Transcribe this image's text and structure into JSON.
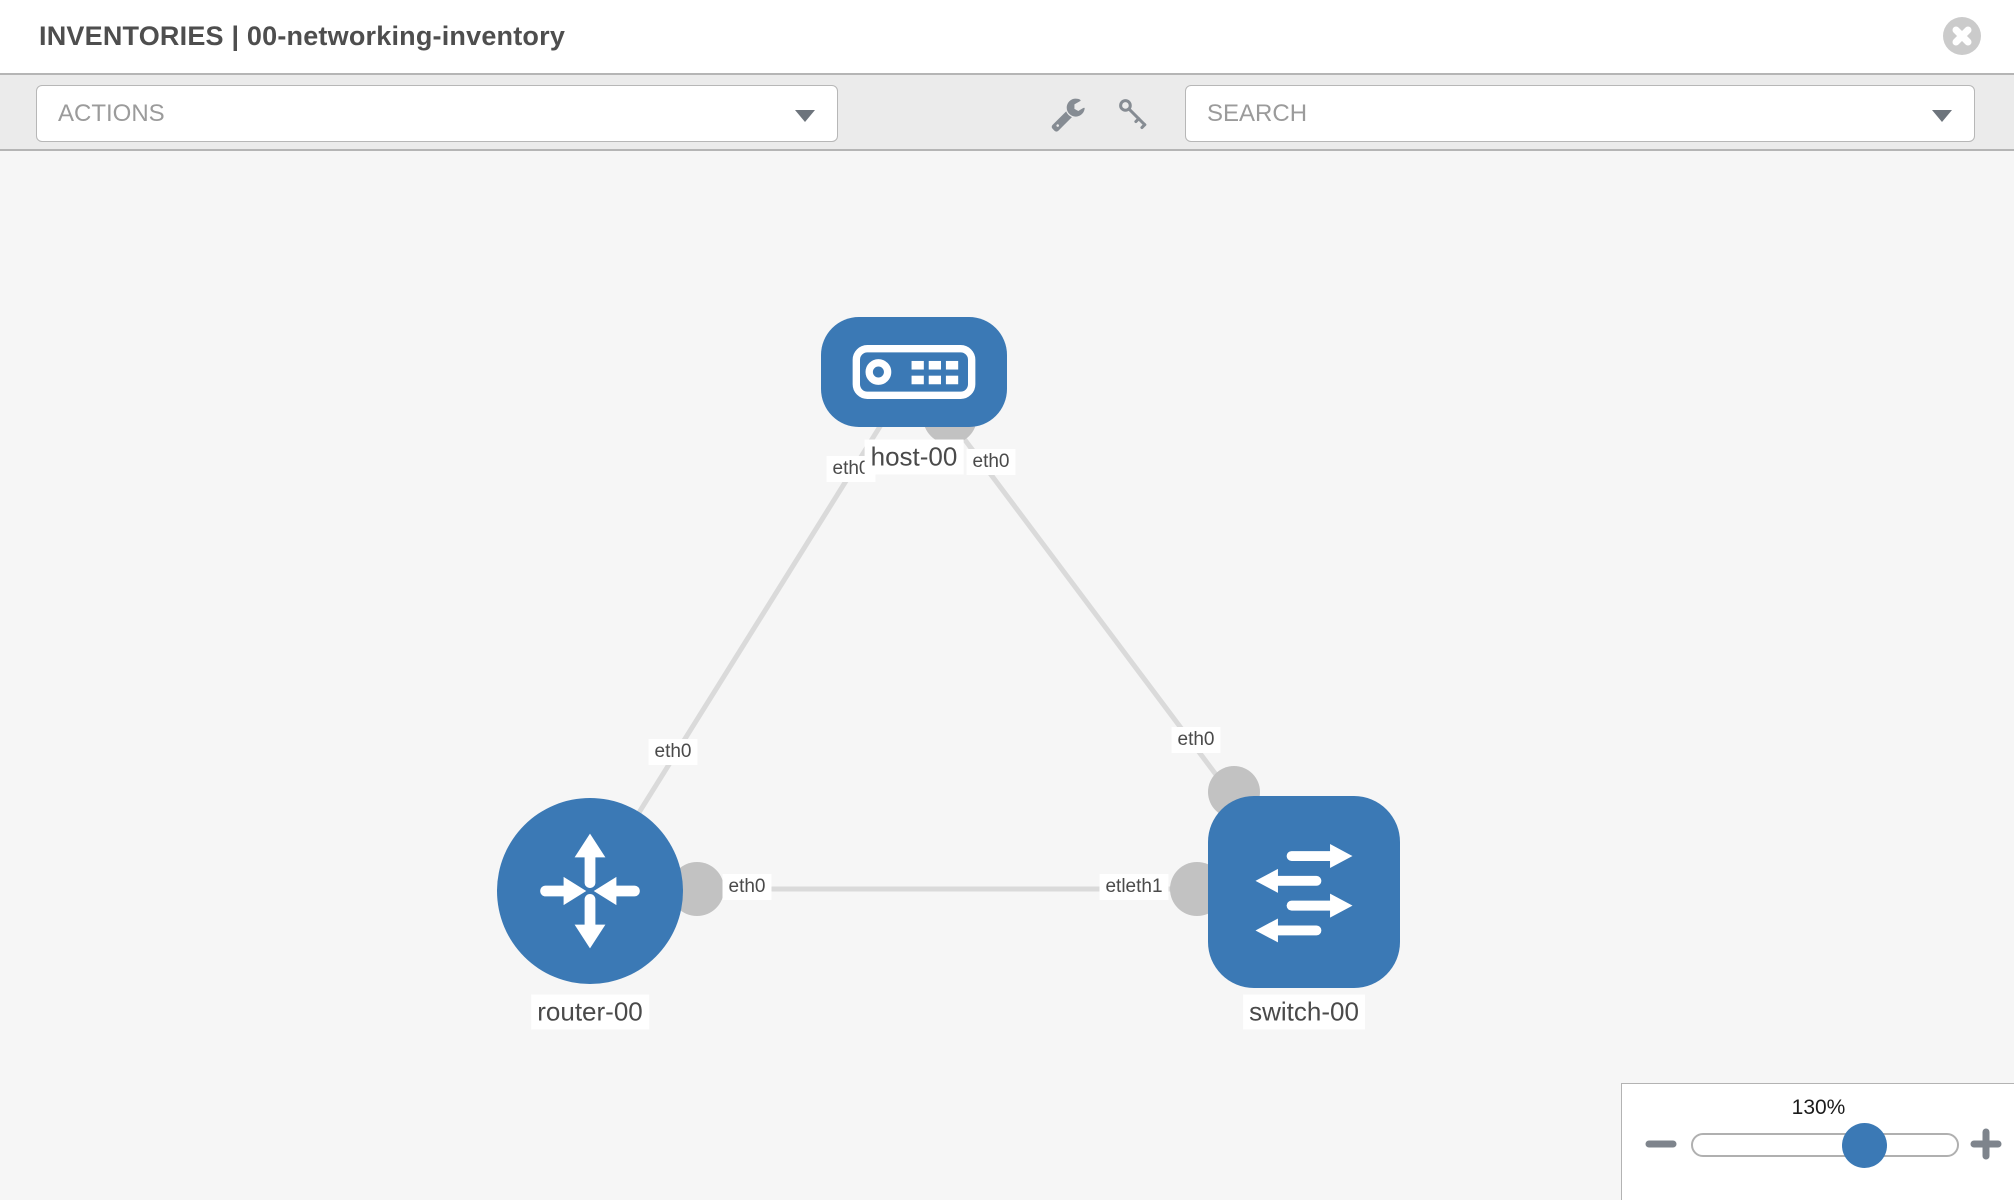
{
  "header": {
    "title": "INVENTORIES | 00-networking-inventory",
    "close_icon": "close-circle-icon"
  },
  "toolbar": {
    "actions_dropdown": {
      "value": "ACTIONS",
      "caret_icon": "chevron-down-icon"
    },
    "wrench_icon": "wrench-icon",
    "key_icon": "key-icon",
    "search_dropdown": {
      "value": "SEARCH",
      "caret_icon": "chevron-down-icon"
    }
  },
  "canvas": {
    "nodes": [
      {
        "id": "host-00",
        "label": "host-00",
        "type": "host",
        "icon": "host-icon"
      },
      {
        "id": "router-00",
        "label": "router-00",
        "type": "router",
        "icon": "router-icon"
      },
      {
        "id": "switch-00",
        "label": "switch-00",
        "type": "switch",
        "icon": "switch-icon"
      }
    ],
    "links": [
      {
        "from": "host-00",
        "to": "router-00"
      },
      {
        "from": "host-00",
        "to": "switch-00"
      },
      {
        "from": "router-00",
        "to": "switch-00"
      }
    ],
    "port_labels": [
      {
        "text": "eth0",
        "position": "host-left"
      },
      {
        "text": "eth0",
        "position": "host-right"
      },
      {
        "text": "eth0",
        "position": "router-top"
      },
      {
        "text": "eth0",
        "position": "switch-top"
      },
      {
        "text": "eth0",
        "position": "router-right"
      },
      {
        "text": "etleth1",
        "position": "switch-left"
      }
    ]
  },
  "zoom_panel": {
    "level": "130%",
    "zoom_out_icon": "minus-icon",
    "zoom_in_icon": "plus-icon"
  },
  "colors": {
    "node_blue": "#3b79b5",
    "link_gray": "#dadada",
    "port_gray": "#c2c2c2",
    "toolbar_bg": "#ebebeb",
    "canvas_bg": "#f6f6f6",
    "border_gray": "#b5b5b5",
    "placeholder_gray": "#9b9b9b",
    "title_gray": "#4e4e4e"
  }
}
